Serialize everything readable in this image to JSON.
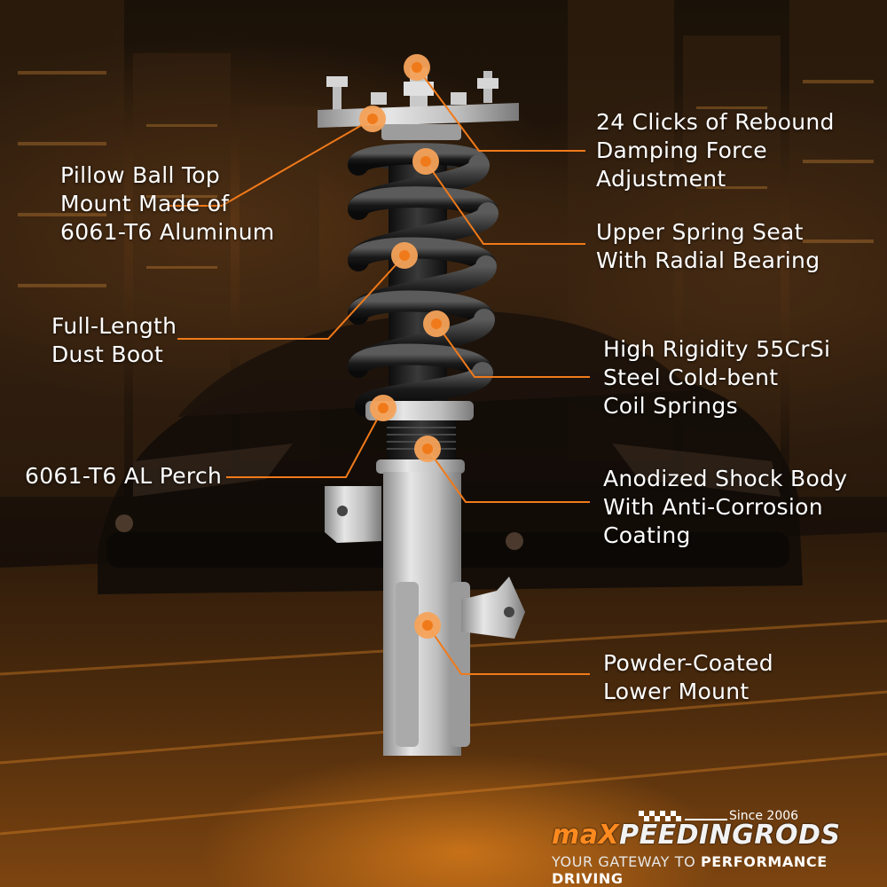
{
  "callouts": [
    {
      "id": "pillow-ball",
      "text": "Pillow Ball Top\nMount Made of\n6061-T6 Aluminum"
    },
    {
      "id": "rebound",
      "text": "24 Clicks of Rebound\nDamping Force\nAdjustment"
    },
    {
      "id": "spring-seat",
      "text": "Upper Spring Seat\nWith Radial Bearing"
    },
    {
      "id": "dust-boot",
      "text": "Full-Length\nDust Boot"
    },
    {
      "id": "coil-springs",
      "text": "High Rigidity 55CrSi\nSteel Cold-bent\nCoil Springs"
    },
    {
      "id": "perch",
      "text": "6061-T6 AL Perch"
    },
    {
      "id": "shock-body",
      "text": "Anodized Shock Body\nWith Anti-Corrosion\nCoating"
    },
    {
      "id": "lower-mount",
      "text": "Powder-Coated\nLower Mount"
    }
  ],
  "brand": {
    "since": "Since 2006",
    "name_part1": "maX",
    "name_part2": "PEEDINGRODS",
    "tagline_lead": "YOUR GATEWAY TO ",
    "tagline_strong": "PERFORMANCE DRIVING"
  },
  "colors": {
    "accent": "#f07a1a",
    "marker": "#f5a35a",
    "text": "#ffffff"
  }
}
